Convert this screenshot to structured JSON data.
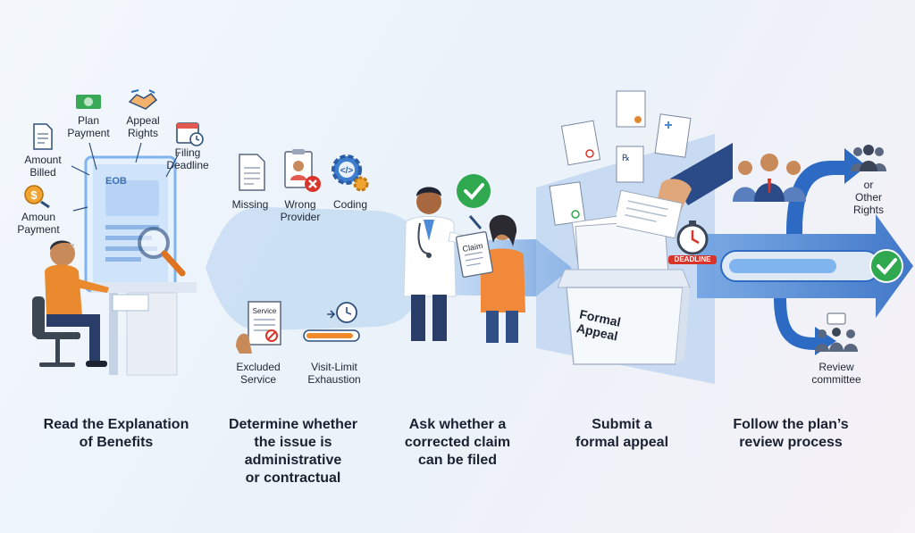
{
  "step1": {
    "icons": {
      "plan_payment": "Plan\nPayment",
      "appeal_rights": "Appeal\nRights",
      "filing_deadline": "Filing\nDeadline",
      "amount_billed": "Amount\nBilled",
      "amount_payment": "Amoun\nPayment"
    },
    "eob_label": "EOB",
    "caption": "Read the Explanation\nof Benefits"
  },
  "step2": {
    "top_labels": {
      "missing": "Missing",
      "wrong_provider": "Wrong\nProvider",
      "coding": "Coding"
    },
    "bottom_labels": {
      "excluded_service": "Excluded\nService",
      "visit_limit": "Visit-Limit\nExhaustion"
    },
    "service_doc": "Service",
    "caption": "Determine whether\nthe issue is\nadministrative\nor contractual"
  },
  "step3": {
    "claim_label": "Claim",
    "caption": "Ask whether a\ncorrected claim\ncan be filed"
  },
  "step4": {
    "box_label": "Formal\nAppeal",
    "deadline_label": "DEADLINE",
    "caption": "Submit a\nformal appeal"
  },
  "step5": {
    "other_rights": "or\nOther\nRights",
    "review_committee": "Review\ncommittee",
    "caption": "Follow the plan’s\nreview process"
  },
  "colors": {
    "accent_blue": "#2f6fc4",
    "flow_blue": "#5b93d8",
    "check_green": "#2fa84f",
    "alert_red": "#d9342b",
    "skin": "#c98a5a"
  }
}
